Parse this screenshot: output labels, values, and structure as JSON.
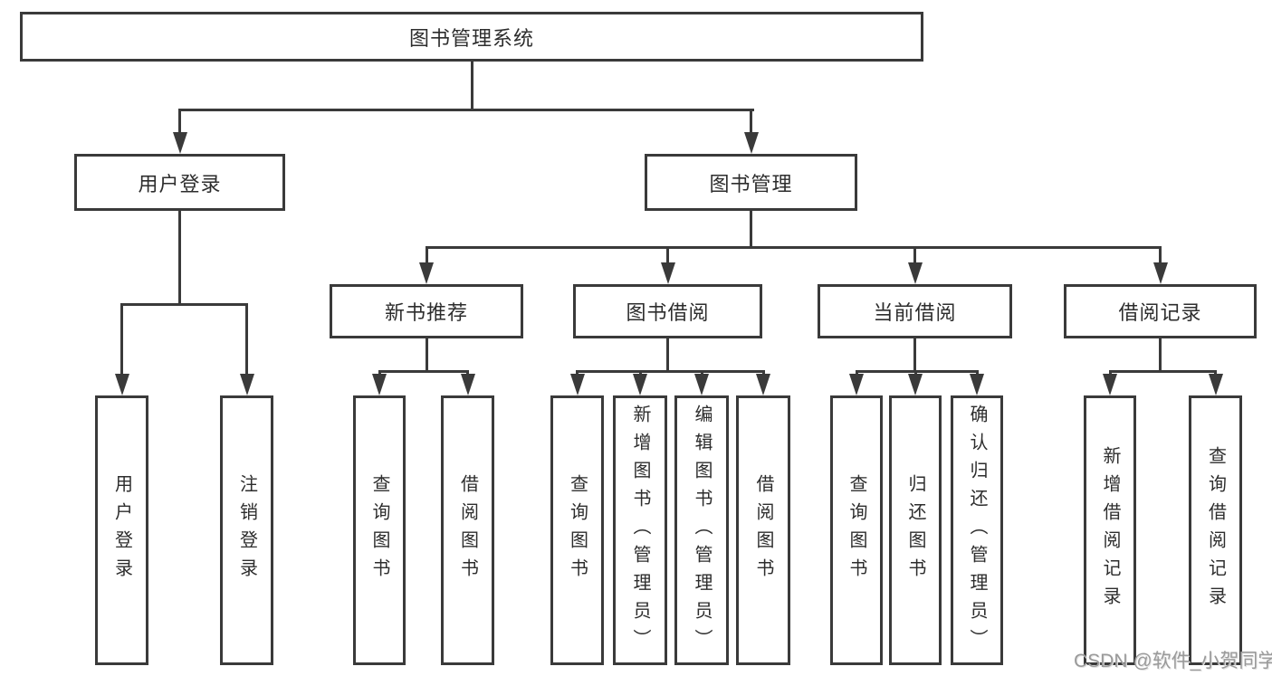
{
  "diagram": {
    "type": "hierarchy",
    "title": "图书管理系统"
  },
  "tree": {
    "label": "图书管理系统",
    "children": [
      {
        "label": "用户登录",
        "children": [
          {
            "label": "用户登录"
          },
          {
            "label": "注销登录"
          }
        ]
      },
      {
        "label": "图书管理",
        "children": [
          {
            "label": "新书推荐",
            "children": [
              {
                "label": "查询图书"
              },
              {
                "label": "借阅图书"
              }
            ]
          },
          {
            "label": "图书借阅",
            "children": [
              {
                "label": "查询图书"
              },
              {
                "label": "新增图书（管理员）"
              },
              {
                "label": "编辑图书（管理员）"
              },
              {
                "label": "借阅图书"
              }
            ]
          },
          {
            "label": "当前借阅",
            "children": [
              {
                "label": "查询图书"
              },
              {
                "label": "归还图书"
              },
              {
                "label": "确认归还（管理员）"
              }
            ]
          },
          {
            "label": "借阅记录",
            "children": [
              {
                "label": "新增借阅记录"
              },
              {
                "label": "查询借阅记录"
              }
            ]
          }
        ]
      }
    ]
  },
  "watermark": {
    "text": "CSDN @软件_小贺同学"
  },
  "colors": {
    "background": "#ffffff",
    "line": "#3a3a3a",
    "box_border": "#3a3a3a",
    "text": "#2d2d2d",
    "watermark_text": "#9a9a9a"
  }
}
